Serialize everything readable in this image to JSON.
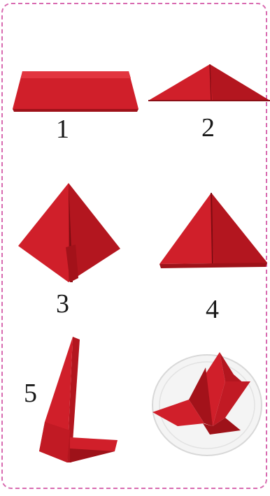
{
  "steps": [
    {
      "label": "1",
      "image": "napkin-folded-strip"
    },
    {
      "label": "2",
      "image": "napkin-flat-triangle"
    },
    {
      "label": "3",
      "image": "napkin-kite-fold"
    },
    {
      "label": "4",
      "image": "napkin-triangle-fold"
    },
    {
      "label": "5",
      "image": "napkin-standing-fold"
    },
    {
      "label": "",
      "image": "finished-napkin-on-plate"
    }
  ],
  "colors": {
    "border": "#d86ab0",
    "napkin": "#d01f2a",
    "napkin_dark": "#9e1219",
    "napkin_light": "#e2353f",
    "plate": "#f4f4f4"
  }
}
